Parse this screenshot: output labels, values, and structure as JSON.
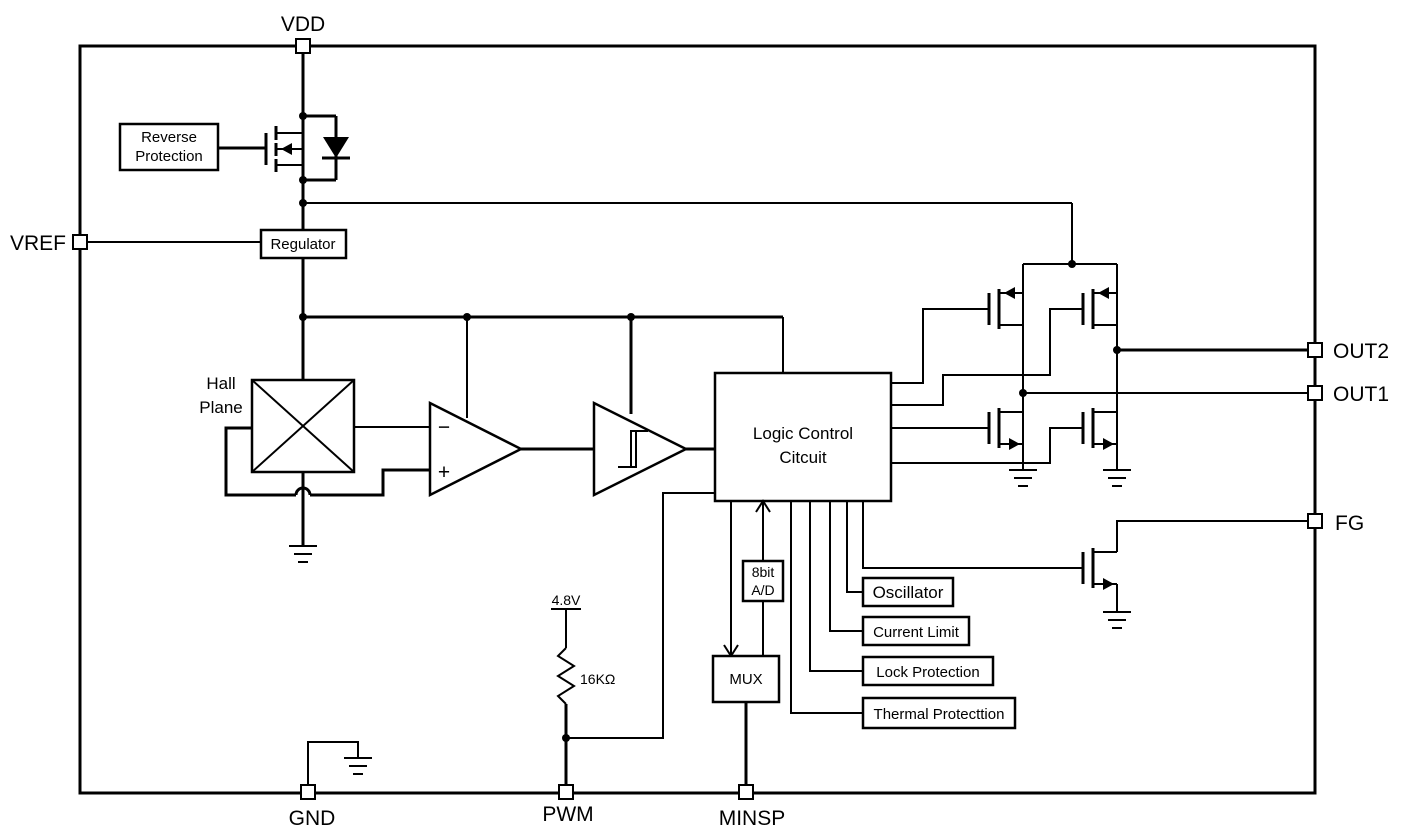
{
  "pins": {
    "vdd": "VDD",
    "vref": "VREF",
    "out2": "OUT2",
    "out1": "OUT1",
    "fg": "FG",
    "gnd": "GND",
    "pwm": "PWM",
    "minsp": "MINSP"
  },
  "blocks": {
    "reverse_protection": [
      "Reverse",
      "Protection"
    ],
    "regulator": "Regulator",
    "hall_plane": [
      "Hall",
      "Plane"
    ],
    "logic_control": [
      "Logic Control",
      "Citcuit"
    ],
    "oscillator": "Oscillator",
    "current_limit": "Current Limit",
    "lock_protection": "Lock Protection",
    "thermal_protection": "Thermal Protecttion",
    "mux": "MUX",
    "adc": [
      "8bit",
      "A/D"
    ]
  },
  "components": {
    "supply_voltage": "4.8V",
    "pullup_resistor": "16KΩ",
    "comparator_minus": "−",
    "comparator_plus": "+"
  }
}
